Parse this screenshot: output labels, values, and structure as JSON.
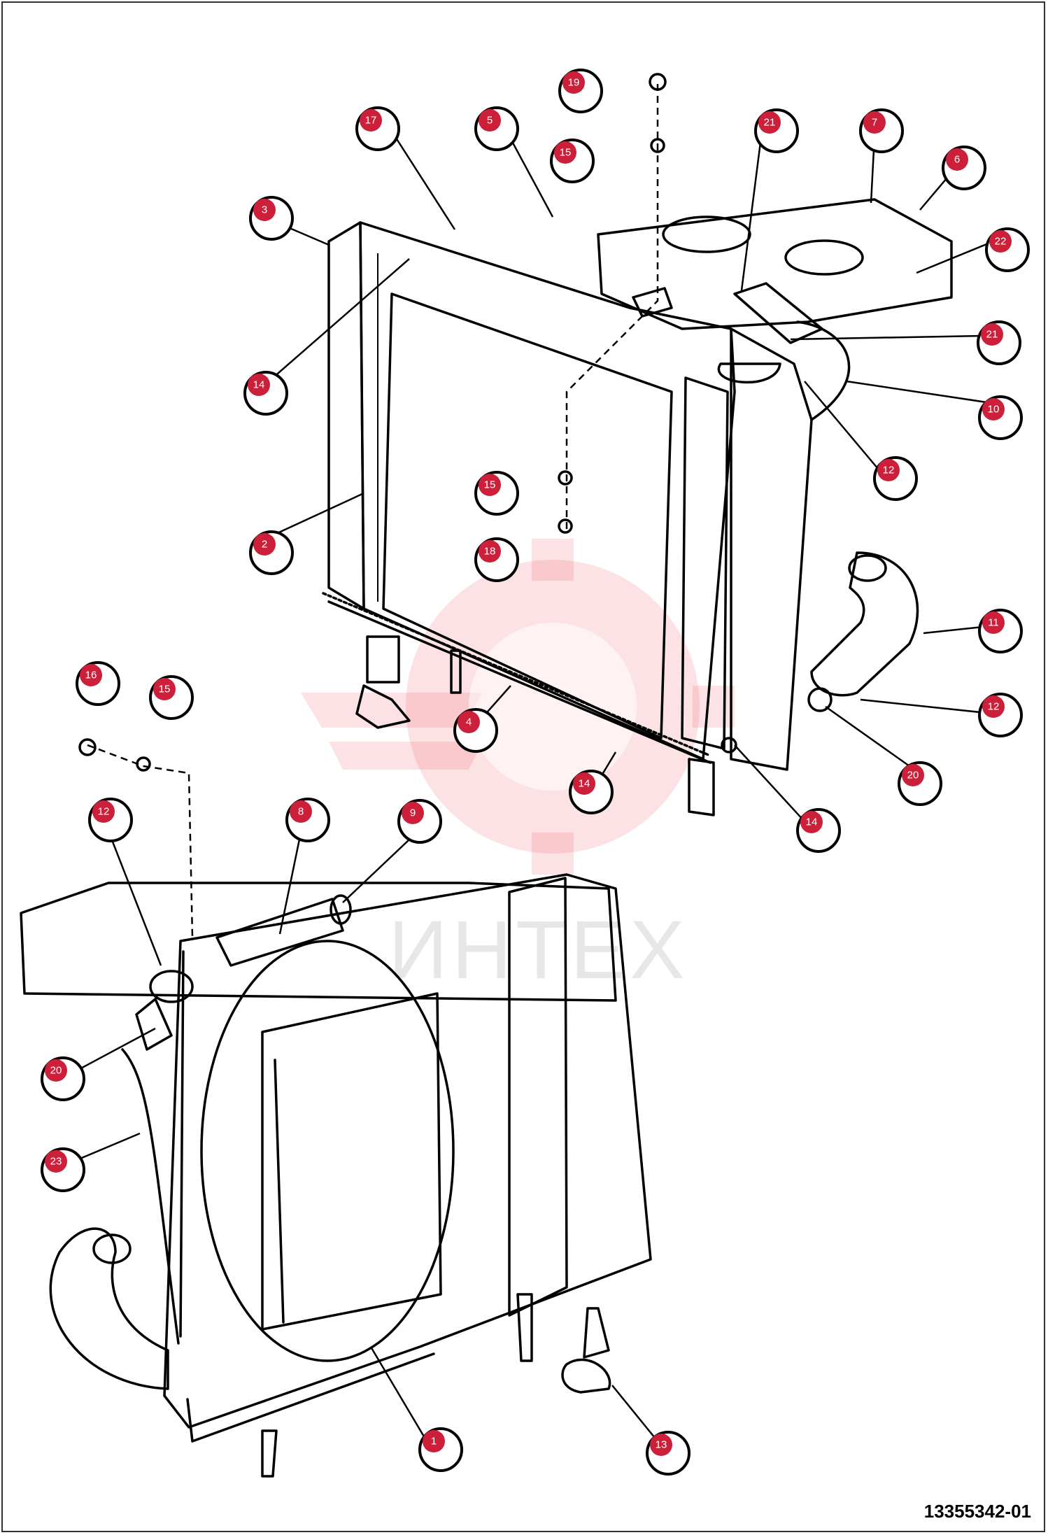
{
  "watermark": {
    "text": "ИНТЕХ",
    "color": "#e83a4a"
  },
  "document_number": "13355342-01",
  "callout_color": "#cc1f3a",
  "callouts": [
    "19",
    "17",
    "5",
    "15",
    "21",
    "7",
    "6",
    "3",
    "22",
    "21",
    "14",
    "10",
    "12",
    "15",
    "2",
    "18",
    "11",
    "16",
    "15",
    "4",
    "12",
    "20",
    "14",
    "14",
    "12",
    "8",
    "9",
    "20",
    "23",
    "1",
    "13"
  ]
}
